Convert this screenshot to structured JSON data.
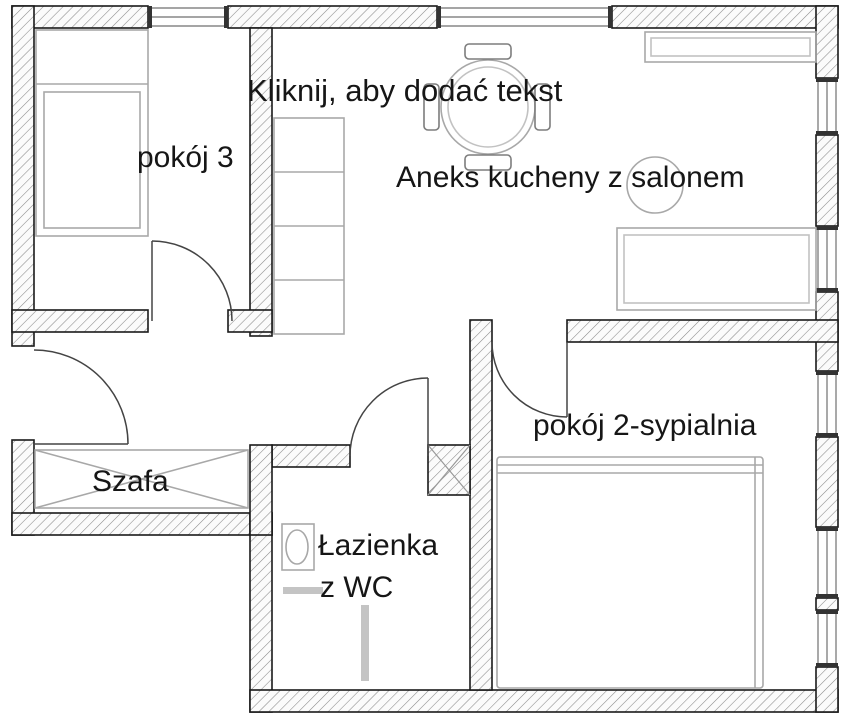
{
  "labels": {
    "placeholder": "Kliknij, aby dodać tekst",
    "room3": "pokój 3",
    "kitchen_living": "Aneks kucheny z salonem",
    "wardrobe": "Szafa",
    "room2": "pokój 2-sypialnia",
    "bathroom_line1": "Łazienka",
    "bathroom_line2": "z WC"
  },
  "colors": {
    "wall_outline": "#1a1a1a",
    "wall_hatch": "#8a8a8a",
    "furniture": "#a8a8a8",
    "door": "#444444",
    "text": "#161616",
    "fixture_gray": "#c4c4c4"
  }
}
